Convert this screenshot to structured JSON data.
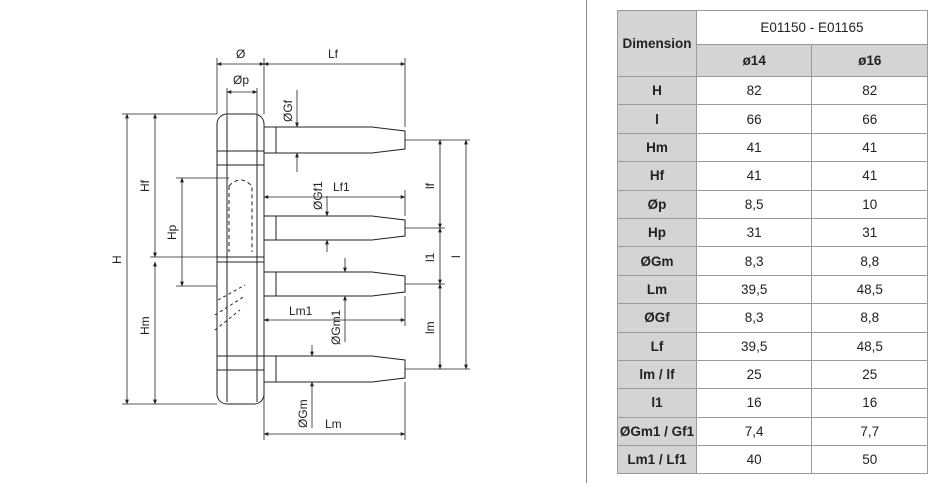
{
  "drawing": {
    "labels": {
      "diameter": "Ø",
      "lf": "Lf",
      "diameter_p": "Øp",
      "diameter_gf": "ØGf",
      "hf": "Hf",
      "h": "H",
      "hp": "Hp",
      "diameter_gf1": "ØGf1",
      "lf1": "Lf1",
      "lf_small": "lf",
      "l1": "l1",
      "l": "l",
      "hm": "Hm",
      "lm1": "Lm1",
      "diameter_gm1": "ØGm1",
      "lm_small": "lm",
      "diameter_gm": "ØGm",
      "lm": "Lm"
    }
  },
  "table": {
    "header": {
      "dimension": "Dimension",
      "model": "E01150 - E01165",
      "sizes": [
        "ø14",
        "ø16"
      ]
    },
    "rows": [
      {
        "label": "H",
        "v1": "82",
        "v2": "82"
      },
      {
        "label": "l",
        "v1": "66",
        "v2": "66"
      },
      {
        "label": "Hm",
        "v1": "41",
        "v2": "41"
      },
      {
        "label": "Hf",
        "v1": "41",
        "v2": "41"
      },
      {
        "label": "Øp",
        "v1": "8,5",
        "v2": "10"
      },
      {
        "label": "Hp",
        "v1": "31",
        "v2": "31"
      },
      {
        "label": "ØGm",
        "v1": "8,3",
        "v2": "8,8"
      },
      {
        "label": "Lm",
        "v1": "39,5",
        "v2": "48,5"
      },
      {
        "label": "ØGf",
        "v1": "8,3",
        "v2": "8,8"
      },
      {
        "label": "Lf",
        "v1": "39,5",
        "v2": "48,5"
      },
      {
        "label": "lm / lf",
        "v1": "25",
        "v2": "25"
      },
      {
        "label": "l1",
        "v1": "16",
        "v2": "16"
      },
      {
        "label": "ØGm1 / Gf1",
        "v1": "7,4",
        "v2": "7,7"
      },
      {
        "label": "Lm1 / Lf1",
        "v1": "40",
        "v2": "50"
      }
    ]
  }
}
